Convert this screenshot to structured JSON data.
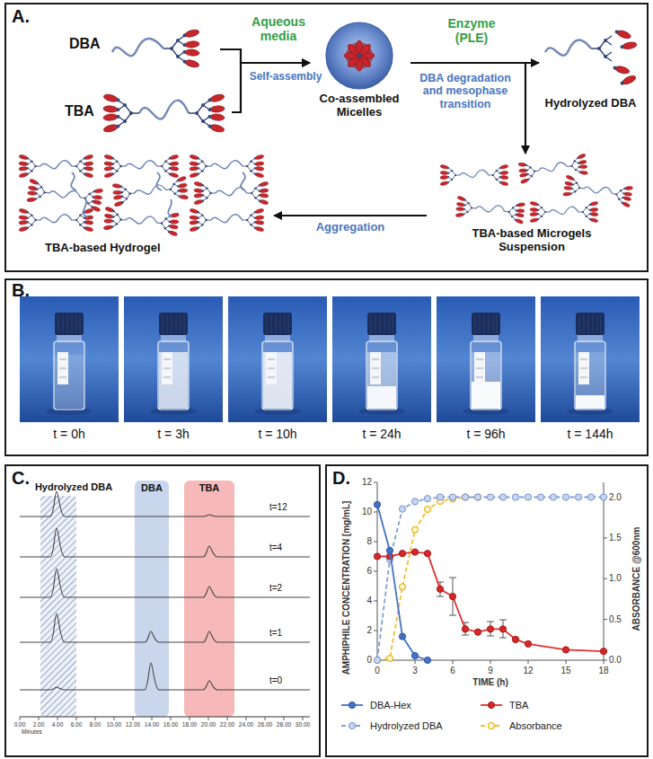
{
  "diagram": {
    "nodes": [
      {
        "text": [
          "A."
        ]
      },
      {
        "text": [
          "DBA"
        ],
        "in": 0
      },
      {
        "text": [
          "TBA"
        ],
        "in": 0
      },
      {
        "text": [
          "Co-assembled Micelles"
        ],
        "in": 0
      },
      {
        "text": [
          "Hydrolyzed DBA"
        ],
        "in": 0
      },
      {
        "text": [
          "TBA-based Hydrogel"
        ],
        "in": 0
      },
      {
        "text": [
          "TBA-based Microgels Suspension"
        ],
        "in": 0
      },
      {
        "text": [
          "B."
        ]
      },
      {
        "text": [
          "t = 0h"
        ],
        "in": 7
      },
      {
        "text": [
          "t = 3h"
        ],
        "in": 7
      },
      {
        "text": [
          "t = 10h"
        ],
        "in": 7
      },
      {
        "text": [
          "t = 24h"
        ],
        "in": 7
      },
      {
        "text": [
          "t = 96h"
        ],
        "in": 7
      },
      {
        "text": [
          "t = 144h"
        ],
        "in": 7
      },
      {
        "text": [
          "C."
        ]
      },
      {
        "text": [
          "D."
        ]
      }
    ],
    "edges": [
      {
        "from": 1,
        "to": 3,
        "arrow": "to",
        "label": "Aqueous media"
      },
      {
        "from": 2,
        "to": 3,
        "arrow": "to"
      },
      {
        "from": 3,
        "to": 4,
        "arrow": "to",
        "label": "Enzyme (PLE)"
      },
      {
        "from": 3,
        "to": 6,
        "arrow": "to"
      },
      {
        "from": 6,
        "to": 5,
        "arrow": "to",
        "label": "Aggregation"
      }
    ],
    "labels": [
      "Self-assembly",
      "DBA degradation and mesophase transition",
      "Hydrolyzed DBA",
      "DBA",
      "TBA",
      "t=12",
      "t=4",
      "t=2",
      "t=1",
      "t=0",
      "Minutes",
      "0.00",
      "2.00",
      "4.00",
      "6.00",
      "8.00",
      "10.00",
      "12.00",
      "14.00",
      "16.00",
      "18.00",
      "20.00",
      "22.00",
      "24.00",
      "26.00",
      "28.00",
      "30.00",
      "AMPHIPHILE CONCENTRATION [mg/mL]",
      "ABSORBANCE @600nm",
      "TIME (h)",
      "0",
      "2",
      "4",
      "6",
      "8",
      "10",
      "12",
      "0.0",
      "0.5",
      "1.0",
      "1.5",
      "2.0",
      "0",
      "3",
      "6",
      "9",
      "12",
      "15",
      "18"
    ],
    "legend": [
      {
        "text": "DBA-Hex"
      },
      {
        "text": "TBA"
      },
      {
        "text": "Hydrolyzed DBA"
      },
      {
        "text": "Absorbance"
      }
    ]
  }
}
